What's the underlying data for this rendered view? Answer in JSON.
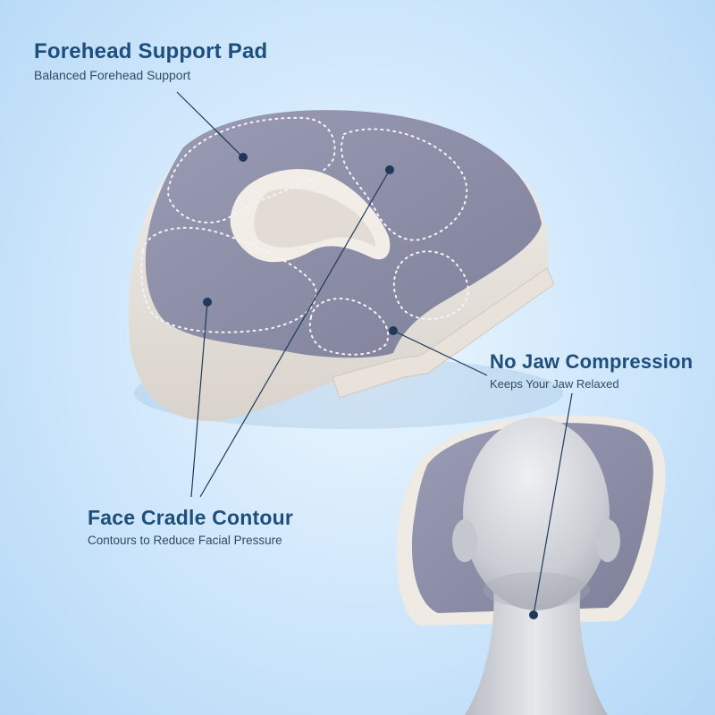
{
  "callouts": {
    "forehead": {
      "title": "Forehead Support Pad",
      "subtitle": "Balanced Forehead Support"
    },
    "jaw": {
      "title": "No Jaw Compression",
      "subtitle": "Keeps Your Jaw Relaxed"
    },
    "cradle": {
      "title": "Face Cradle Contour",
      "subtitle": "Contours to Reduce Facial Pressure"
    }
  },
  "colors": {
    "background": "#c9e4fa",
    "heading_text": "#1e4e7c",
    "pillow_fabric": "#8d8ea8",
    "pillow_base": "#ece7e1",
    "leader_line": "#1f3a58"
  },
  "objects": [
    "face-cradle-pillow",
    "mannequin-head-on-pillow"
  ]
}
